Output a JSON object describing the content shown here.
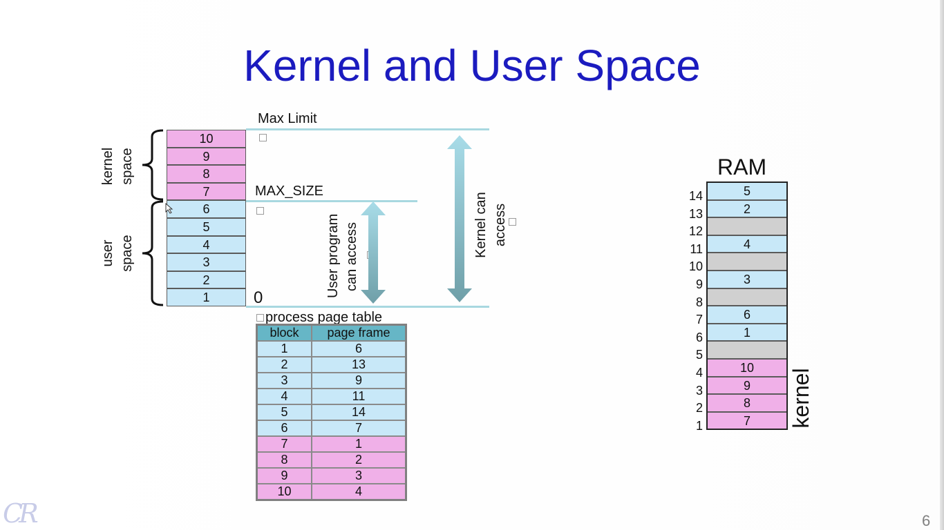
{
  "title": "Kernel and User Space",
  "memory_blocks": [
    {
      "label": "10",
      "kind": "kernel"
    },
    {
      "label": "9",
      "kind": "kernel"
    },
    {
      "label": "8",
      "kind": "kernel"
    },
    {
      "label": "7",
      "kind": "kernel"
    },
    {
      "label": "6",
      "kind": "user"
    },
    {
      "label": "5",
      "kind": "user"
    },
    {
      "label": "4",
      "kind": "user"
    },
    {
      "label": "3",
      "kind": "user"
    },
    {
      "label": "2",
      "kind": "user"
    },
    {
      "label": "1",
      "kind": "user"
    }
  ],
  "labels": {
    "kernel_space_1": "kernel",
    "kernel_space_2": "space",
    "user_space_1": "user",
    "user_space_2": "space",
    "max_limit": "Max Limit",
    "max_size": "MAX_SIZE",
    "zero": "0",
    "user_access_1": "User program",
    "user_access_2": "can access",
    "kernel_access_1": "Kernel can",
    "kernel_access_2": "access",
    "page_table_title": "process page table"
  },
  "page_table": {
    "headers": [
      "block",
      "page frame"
    ],
    "rows": [
      {
        "block": "1",
        "frame": "6",
        "kind": "user"
      },
      {
        "block": "2",
        "frame": "13",
        "kind": "user"
      },
      {
        "block": "3",
        "frame": "9",
        "kind": "user"
      },
      {
        "block": "4",
        "frame": "11",
        "kind": "user"
      },
      {
        "block": "5",
        "frame": "14",
        "kind": "user"
      },
      {
        "block": "6",
        "frame": "7",
        "kind": "user"
      },
      {
        "block": "7",
        "frame": "1",
        "kind": "kernel"
      },
      {
        "block": "8",
        "frame": "2",
        "kind": "kernel"
      },
      {
        "block": "9",
        "frame": "3",
        "kind": "kernel"
      },
      {
        "block": "10",
        "frame": "4",
        "kind": "kernel"
      }
    ]
  },
  "ram": {
    "title": "RAM",
    "side_label": "kernel",
    "frames": [
      {
        "num": "14",
        "content": "5",
        "kind": "user"
      },
      {
        "num": "13",
        "content": "2",
        "kind": "user"
      },
      {
        "num": "12",
        "content": "",
        "kind": "free"
      },
      {
        "num": "11",
        "content": "4",
        "kind": "user"
      },
      {
        "num": "10",
        "content": "",
        "kind": "free"
      },
      {
        "num": "9",
        "content": "3",
        "kind": "user"
      },
      {
        "num": "8",
        "content": "",
        "kind": "free"
      },
      {
        "num": "7",
        "content": "6",
        "kind": "user"
      },
      {
        "num": "6",
        "content": "1",
        "kind": "user"
      },
      {
        "num": "5",
        "content": "",
        "kind": "free"
      },
      {
        "num": "4",
        "content": "10",
        "kind": "kernel"
      },
      {
        "num": "3",
        "content": "9",
        "kind": "kernel"
      },
      {
        "num": "2",
        "content": "8",
        "kind": "kernel"
      },
      {
        "num": "1",
        "content": "7",
        "kind": "kernel"
      }
    ]
  },
  "colors": {
    "title": "#1b1bbf",
    "kernel": "#f0b0e8",
    "user": "#c8e8f8",
    "free": "#d0d0d0",
    "header": "#66b6c6"
  },
  "watermark": "CR",
  "page_number": "6"
}
